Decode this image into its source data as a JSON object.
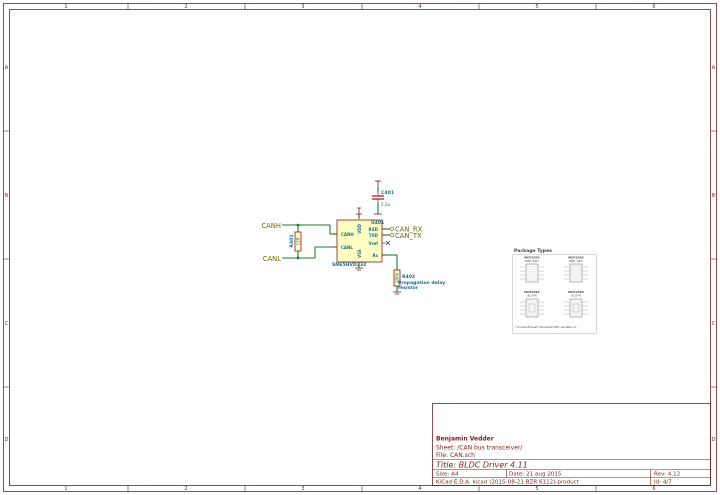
{
  "frame": {
    "columns": [
      "1",
      "2",
      "3",
      "4",
      "5",
      "6"
    ],
    "rows": [
      "A",
      "B",
      "C",
      "D"
    ]
  },
  "title_block": {
    "author": "Benjamin Vedder",
    "sheet": "Sheet: /CAN bus transceiver/",
    "file": "File: CAN.sch",
    "title": "Title: BLDC Driver 4.11",
    "size": "Size: A4",
    "date": "Date: 21 aug 2015",
    "rev": "Rev: 4.12",
    "tool": "KiCad E.D.A.  kicad (2015-08-21 BZR 6112)-product",
    "id": "Id: 4/7"
  },
  "schematic": {
    "u_ref": "U401",
    "u_value": "SN65HVD232",
    "u_pins": {
      "canh": "CANH",
      "canl": "CANL",
      "vdd": "VDD",
      "vss": "VSS",
      "rxd": "RXD",
      "txd": "TXD",
      "vref": "Vref",
      "rs": "Rs"
    },
    "c_ref": "C401",
    "c_value": "2.2u",
    "r1_ref": "R401",
    "r1_value": "120",
    "r2_ref": "R402",
    "r2_value": "100k",
    "r2_note_1": "Propagation delay",
    "r2_note_2": "resistor",
    "labels": {
      "canh": "CANH",
      "canl": "CANL",
      "can_rx": "CAN_RX",
      "can_tx": "CAN_TX"
    }
  },
  "package_inset": {
    "title": "Package Types",
    "pkg1_name": "MCP2551",
    "pkg1_type": "PDIP, SOIC",
    "pkg2_name": "MCP2562",
    "pkg2_type": "PDIP, SOIC",
    "pkg3_name": "MCP2561",
    "pkg3_type": "8L DFN",
    "pkg4_name": "MCP2562",
    "pkg4_type": "8L DFN",
    "footnote": "* Includes Exposed Thermal Pad (EP); see Table 1-1."
  }
}
